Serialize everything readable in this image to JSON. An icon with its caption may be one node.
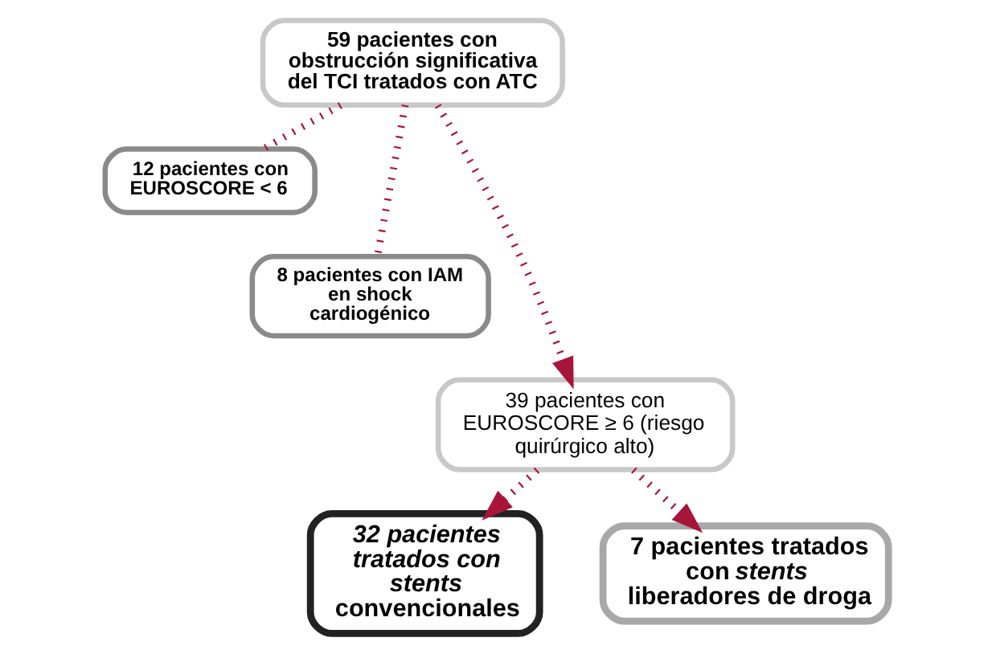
{
  "diagram": {
    "nodes": [
      {
        "text": [
          "59 pacientes con obstrucción significativa del TCI tratados con ATC"
        ]
      },
      {
        "text": [
          "12 pacientes con EUROSCORE < 6"
        ]
      },
      {
        "text": [
          "8 pacientes con IAM en shock cardiogénico"
        ]
      },
      {
        "text": [
          "39 pacientes con EUROSCORE ≥ 6 (riesgo quirúrgico alto)"
        ]
      },
      {
        "text": [
          "*32 pacientes tratados con stents* convencionales"
        ]
      },
      {
        "text": [
          "7 pacientes tratados con *stents* liberadores de droga"
        ]
      }
    ],
    "edges": [
      {
        "from": 0,
        "to": 3,
        "arrow": "to",
        "style": "dashed"
      },
      {
        "from": 0,
        "to": 1,
        "arrow": "none",
        "style": "dashed"
      },
      {
        "from": 0,
        "to": 2,
        "arrow": "none",
        "style": "dashed"
      },
      {
        "from": 3,
        "to": 4,
        "arrow": "to",
        "style": "dashed"
      },
      {
        "from": 3,
        "to": 5,
        "arrow": "to",
        "style": "dashed"
      }
    ]
  }
}
